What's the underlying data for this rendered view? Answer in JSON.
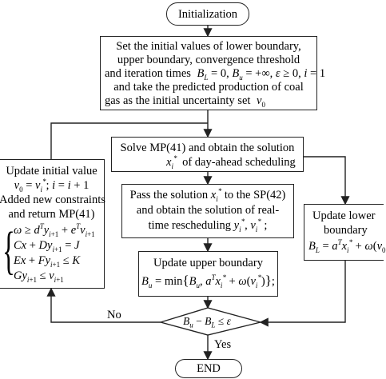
{
  "nodes": {
    "init": {
      "label": "Initialization"
    },
    "set_initial": {
      "lines": [
        "Set the initial values of lower boundary,",
        "upper boundary, convergence threshold",
        "and iteration times",
        "and take the predicted production of coal",
        "gas as the initial uncertainty set"
      ],
      "eq": "B_L = 0, B_u = +∞, ε ≥ 0, i = 1",
      "set_symbol": "v_0"
    },
    "solve_mp": {
      "lines": [
        "Solve MP(41) and obtain the solution",
        "of day-ahead scheduling"
      ],
      "var": "x_i^*"
    },
    "pass_sp": {
      "lines": [
        "Pass the solution",
        "to the SP(42)",
        "and obtain the solution of real-",
        "time rescheduling",
        ";"
      ],
      "vars": [
        "x_i^*",
        "y_i^*, v_i^*"
      ]
    },
    "update_upper": {
      "line1": "Update upper boundary",
      "eq": "B_u = min{ B_u, a^T x_i^* + ω(v_i^*) };"
    },
    "update_lower": {
      "lines": [
        "Update lower",
        "boundary"
      ],
      "eq": "B_L = a^T x_i^* + ω(v_0"
    },
    "update_init": {
      "lines": [
        "Update initial value",
        "Added new constraints",
        "and return MP(41)"
      ],
      "eq_line": "v_0 = v_i^*; i = i + 1",
      "constraints": [
        "ω ≥ d^T y_{i+1} + e^T v_{i+1}",
        "Cx + Dy_{i+1} = J",
        "Ex + Fy_{i+1} ≤ K",
        "Gy_{i+1} ≤ v_{i+1}"
      ]
    },
    "decision": {
      "cond": "B_u − B_L ≤ ε"
    },
    "end": {
      "label": "END"
    }
  },
  "edge_labels": {
    "no": "No",
    "yes": "Yes"
  },
  "colors": {
    "stroke": "#222222",
    "background": "#ffffff"
  }
}
